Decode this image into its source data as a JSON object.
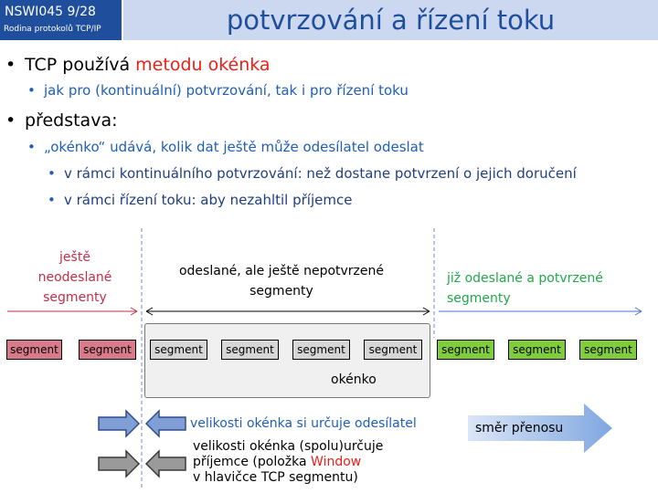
{
  "header": {
    "course_code": "NSWI045  9/28",
    "course_subtitle": "Rodina protokolů TCP/IP",
    "title": "potvrzování a řízení toku"
  },
  "bullets": {
    "b1_prefix": "TCP používá ",
    "b1_highlight": "metodu okénka",
    "b1_sub": "jak pro (kontinuální) potvrzování, tak i pro řízení toku",
    "b2": "představa:",
    "b2_sub": "„okénko“ udává, kolik dat ještě může odesílatel odeslat",
    "b2_sub_a": "v rámci kontinuálního potvrzování: než dostane potvrzení o jejich doručení",
    "b2_sub_b": "v rámci řízení toku: aby nezahltil příjemce"
  },
  "diagram": {
    "left_label": [
      "ještě",
      "neodeslané",
      "segmenty"
    ],
    "middle_label": [
      "odeslané, ale ještě nepotvrzené",
      "segmenty"
    ],
    "right_label": [
      "již odeslané a potvrzené",
      "segmenty"
    ],
    "segment_label": "segment",
    "window_label": "okénko",
    "direction_label": "směr přenosu",
    "sender_note": "velikosti okénka si určuje odesílatel",
    "receiver_note_line1": "velikosti okénka (spolu)určuje",
    "receiver_note_line2_prefix": "příjemce (položka ",
    "receiver_note_line2_highlight": "Window",
    "receiver_note_line3": "v  hlavičce TCP segmentu)"
  },
  "colors": {
    "header_bg": "#1f4e9c",
    "title_bg": "#ccd8ef",
    "accent_red": "#e8221b",
    "sub_bullet_blue": "#1f5fb5",
    "unsent_segment": "#d97a8a",
    "unacked_segment": "#d6d6d6",
    "acked_segment": "#7fcd3c",
    "sender_arrow": "#7f9fd6",
    "receiver_arrow": "#9a9a9a",
    "left_label": "#c0304a",
    "right_label": "#22a84a"
  },
  "icons": {
    "sender_arrows": "left-arrow-icon",
    "receiver_arrows": "left-arrow-icon",
    "direction": "right-arrow-icon"
  }
}
